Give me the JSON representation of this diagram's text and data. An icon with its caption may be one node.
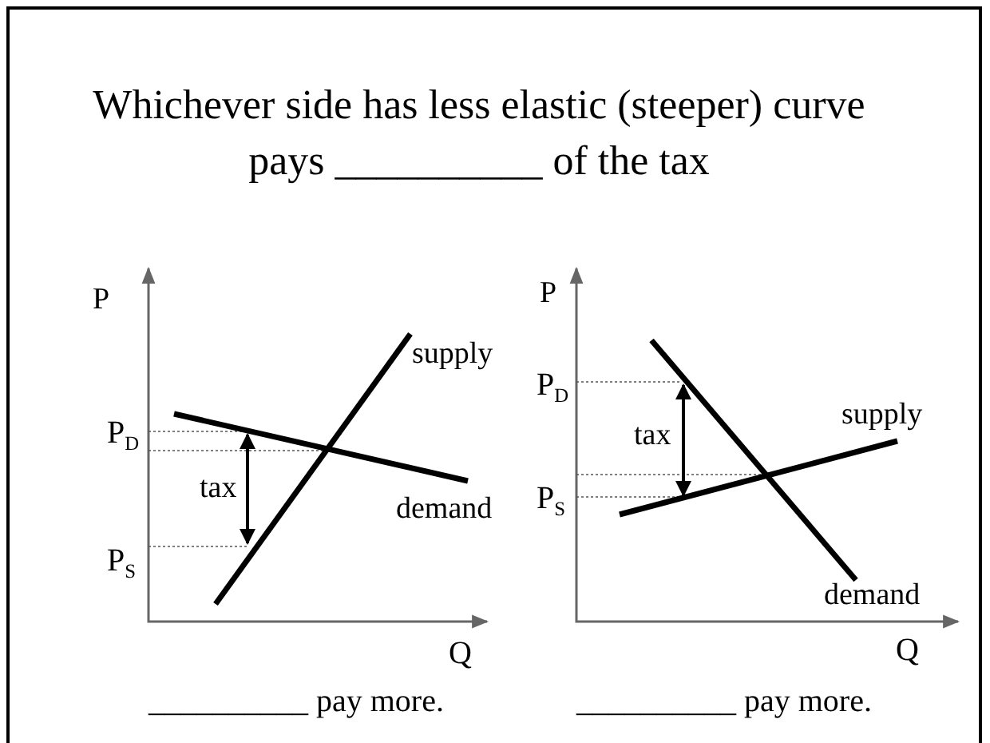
{
  "diagram": {
    "title": "Whichever side has less elastic (steeper) curve pays __________ of the tax",
    "labels": [
      "P",
      "supply",
      "P$_{D}$",
      "tax",
      "demand",
      "P$_{S}$",
      "Q",
      "__________ pay more.",
      "P",
      "P$_{D}$",
      "supply",
      "tax",
      "P$_{S}$",
      "demand",
      "Q",
      "__________ pay more."
    ]
  }
}
